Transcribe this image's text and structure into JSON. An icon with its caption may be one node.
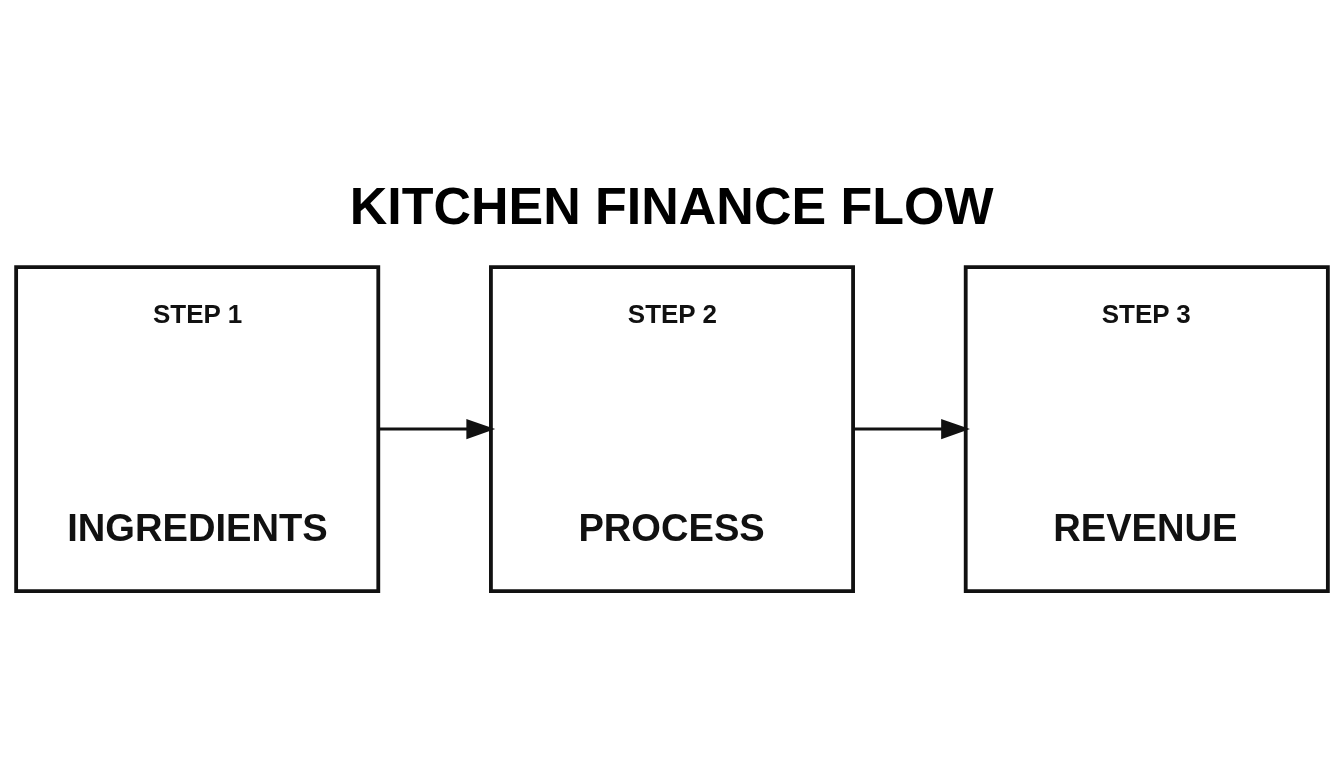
{
  "diagram": {
    "title": "KITCHEN FINANCE FLOW",
    "nodes": [
      {
        "text": [
          "STEP 1",
          "INGREDIENTS"
        ]
      },
      {
        "text": [
          "STEP 2",
          "PROCESS"
        ]
      },
      {
        "text": [
          "STEP 3",
          "REVENUE"
        ]
      }
    ],
    "edges": [
      {
        "from": 0,
        "to": 1,
        "arrow": "to"
      },
      {
        "from": 1,
        "to": 2,
        "arrow": "to"
      }
    ]
  }
}
